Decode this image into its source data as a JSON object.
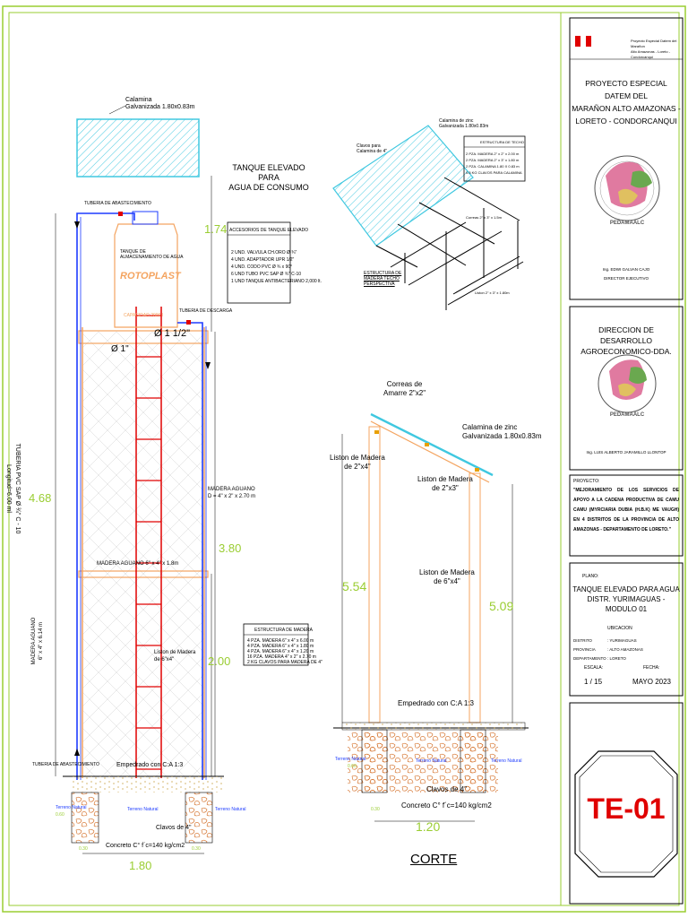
{
  "colors": {
    "frame": "#9acd32",
    "dim": "#9acd32",
    "wood": "#f4a460",
    "pipe_blue": "#1e3cff",
    "ladder_red": "#e00000",
    "roof_cyan": "#40c8e0",
    "stone": "#d2691e",
    "title_red": "#e00000"
  },
  "elevation": {
    "roof_label_1": "Calamina",
    "roof_label_2": "Galvanizada 1.80x0.83m",
    "title_1": "TANQUE ELEVADO PARA",
    "title_2": "AGUA DE CONSUMO",
    "supply_pipe": "TUBERIA DE ABASTECIMIENTO",
    "tank_label_1": "TANQUE DE",
    "tank_label_2": "ALMACENAMIENTO DE AGUA",
    "tank_brand": "ROTOPLAST",
    "tank_capacity": "CAPACIDAD 2000 l",
    "discharge_pipe": "TUBERIA DE DESCARGA",
    "dia_big": "Ø 1  1/2\"",
    "dia_small": "Ø 1\"",
    "pvc_label_1": "TUBERIA PVC SAP Ø ¾\" C - 10",
    "pvc_label_2": "Longitud=6.00 ml",
    "madera_label_1": "MADERA AGUANO",
    "madera_label_2": "6\" x 4\" x 6.14 m",
    "madera_right_1": "MADERA AGUANO",
    "madera_right_2": "D = 4\" x 2\" x 2.70 m",
    "madera_beam": "MADERA AGUANO 6\" x 4\" x 1.8m",
    "liston": "Liston de Madera",
    "liston_2": "de 6\"x4\"",
    "empedrado": "Empedrado con C:A 1:3",
    "terreno": "Terreno Natural",
    "terreno_2": "Terreno Natural",
    "terreno_3": "Terreno Natural",
    "depth": "0.60",
    "clavos": "Clavos de 4\"",
    "concreto": "Concreto C° f´c=140 kg/cm2",
    "supply_pipe_2": "TUBERIA DE ABASTECIMIENTO",
    "dim_174": "1.74",
    "dim_468": "4.68",
    "dim_380": "3.80",
    "dim_200": "2.00",
    "dim_180": "1.80",
    "dim_030a": "0.30",
    "dim_030b": "0.30"
  },
  "accesorios": {
    "title": "ACCESORIOS DE TANQUE ELEVADO",
    "items": [
      "2 UND. VALVULA CH.ORO Ø ¾\"",
      "4 UND. ADAPTADOR UPR 1/2\"",
      "4 UND. CODO PVC Ø ¾ x 90°",
      "6 UND TUBO PVC SAP Ø ¾\" C-10",
      "1 UND TANQUE ANTIBACTERIANO 2,000 lt."
    ]
  },
  "estructura": {
    "title": "ESTRUCTURA DE MADERA",
    "items": [
      "4 PZA. MADERA 6\" x 4\" x 6.00 m",
      "4 PZA. MADERA 6\" x 4\" x 1.80 m",
      "4 PZA. MADERA 6\" x 4\" x 1.20 m",
      "16 PZA. MADERA 4\" x 2\" x 2.70 m",
      "2 KG CLAVOS PARA MADERA DE 4\""
    ]
  },
  "perspectiva": {
    "calamina_1": "Calamina de zinc",
    "calamina_2": "Galvanizada 1.80x0.83m",
    "clavos_1": "Clavos para",
    "clavos_2": "Calamina de 4\"",
    "techo_title": "ESTRUCTURA DE TECHO",
    "techo_items": [
      "2 PZA. MADERA 2\" x 2\" x 2.00 m",
      "2 PZA. MADERA 2\" x 3\" x 1.80 m",
      "2 PZA. CALAMINA 1.80 X 0.83 m",
      "0.5 KG CLAVOS PARA CALAMINA"
    ],
    "correa": "Correas 2\" x 3\" x 1.5m",
    "liston": "Liston 2\" x 3\" x 1.80m",
    "label_1": "ESTRUCTURA DE",
    "label_2": "MADERA TECHO",
    "label_3": "PERSPECTIVA"
  },
  "corte": {
    "correas_1": "Correas de",
    "correas_2": "Amarre 2\"x2\"",
    "calamina_1": "Calamina de zinc",
    "calamina_2": "Galvanizada 1.80x0.83m",
    "liston_24_1": "Liston de Madera",
    "liston_24_2": "de 2\"x4\"",
    "liston_23_1": "Liston de Madera",
    "liston_23_2": "de 2\"x3\"",
    "liston_64_1": "Liston de Madera",
    "liston_64_2": "de 6\"x4\"",
    "dim_554": "5.54",
    "dim_509": "5.09",
    "empedrado": "Empedrado con C:A 1:3",
    "terreno_l": "Terreno Natural",
    "terreno_m": "Terreno Natural",
    "terreno_r": "Terreno Natural",
    "depth": "0.60",
    "clavos": "Clavos de 4\"",
    "concreto": "Concreto C° f´c=140 kg/cm2",
    "dim_030": "0.30",
    "dim_120": "1.20",
    "title": "CORTE"
  },
  "title_block": {
    "logo_text_1": "Proyecto Especial Datem del Marañon",
    "logo_text_2": "Alto Amazonas - Loreto - Condorcanqui",
    "project_1": "PROYECTO ESPECIAL DATEM DEL",
    "project_2": "MARAÑON ALTO AMAZONAS -",
    "project_3": "LORETO - CONDORCANQUI",
    "seal_1": "PEDAMAALC",
    "director_name": "Ing. EDWI GALVAN CAJO",
    "director_role": "DIRECTOR EJECUTIVO",
    "direccion_1": "DIRECCION DE DESARROLLO",
    "direccion_2": "AGROECONOMICO-DDA.",
    "seal_2": "PEDAMAALC",
    "engineer": "Ing. LUIS ALBERTO JARAMILLO LLONTOP",
    "proyecto_label": "PROYECTO:",
    "proyecto_text": "\"MEJORAMIENTO DE LOS SERVICIOS DE APOYO A LA CADENA PRODUCTIVA DE CAMU CAMU (MYRCIARIA DUBIA (H.B.K) ME VAUGH) EN 4 DISTRITOS DE LA PROVINCIA DE ALTO AMAZONAS - DEPARTAMENTO DE LORETO.\"",
    "plano_label": "PLANO:",
    "plano_1": "TANQUE ELEVADO PARA AGUA",
    "plano_2": "DISTR. YURIMAGUAS - MODULO 01",
    "ubicacion": "UBICACION",
    "distrito_k": "DISTRITO",
    "distrito_v": ": YURIMAGUAS",
    "provincia_k": "PROVINCIA",
    "provincia_v": ": ALTO AMAZONAS",
    "depto_k": "DEPARTAMENTO",
    "depto_v": ": LORETO",
    "escala_label": "ESCALA:",
    "escala": "1 / 15",
    "fecha_label": "FECHA:",
    "fecha": "MAYO 2023",
    "sheet_code": "TE-01"
  }
}
